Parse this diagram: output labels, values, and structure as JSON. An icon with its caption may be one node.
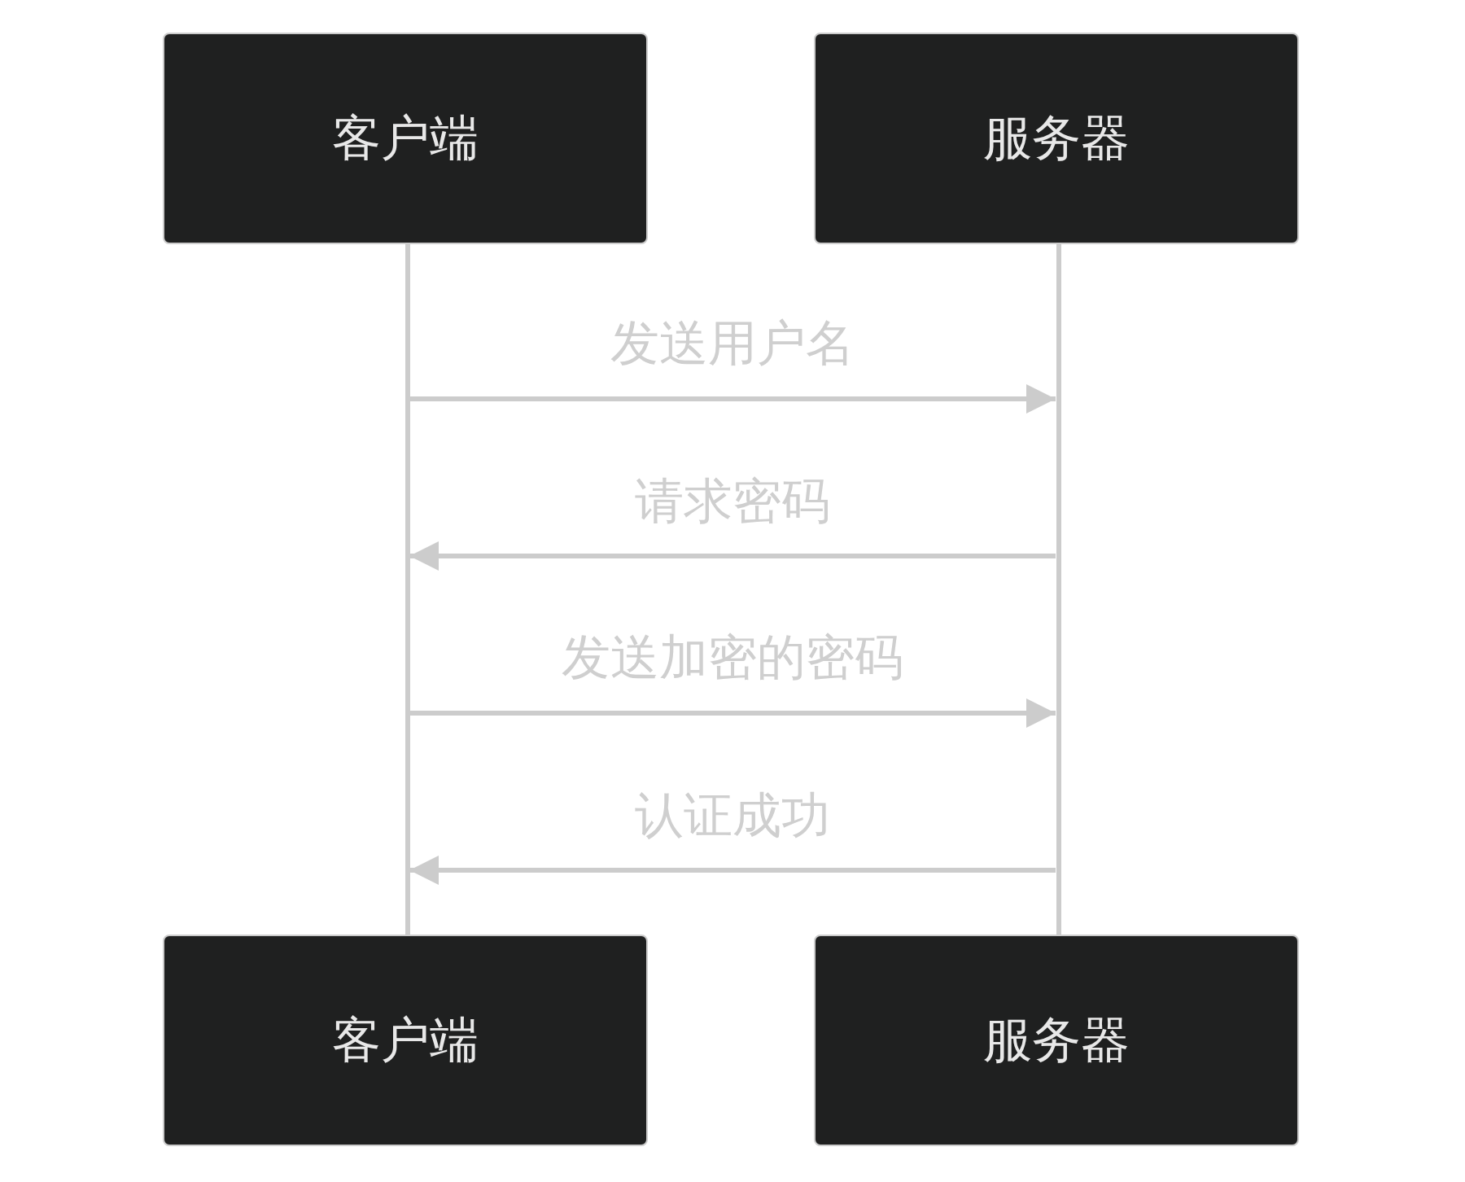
{
  "diagram": {
    "nodes": [
      {
        "text": [
          "客户端"
        ]
      },
      {
        "text": [
          "服务器"
        ]
      },
      {
        "text": [],
        "shape": "bar"
      },
      {
        "text": [],
        "shape": "bar"
      },
      {
        "text": [
          "客户端"
        ]
      },
      {
        "text": [
          "服务器"
        ]
      }
    ],
    "edges": [
      {
        "from": 2,
        "to": 3,
        "arrow": "to",
        "label": "发送用户名"
      },
      {
        "from": 3,
        "to": 2,
        "arrow": "to",
        "label": "请求密码"
      },
      {
        "from": 2,
        "to": 3,
        "arrow": "to",
        "label": "发送加密的密码"
      },
      {
        "from": 3,
        "to": 2,
        "arrow": "to",
        "label": "认证成功"
      }
    ]
  }
}
